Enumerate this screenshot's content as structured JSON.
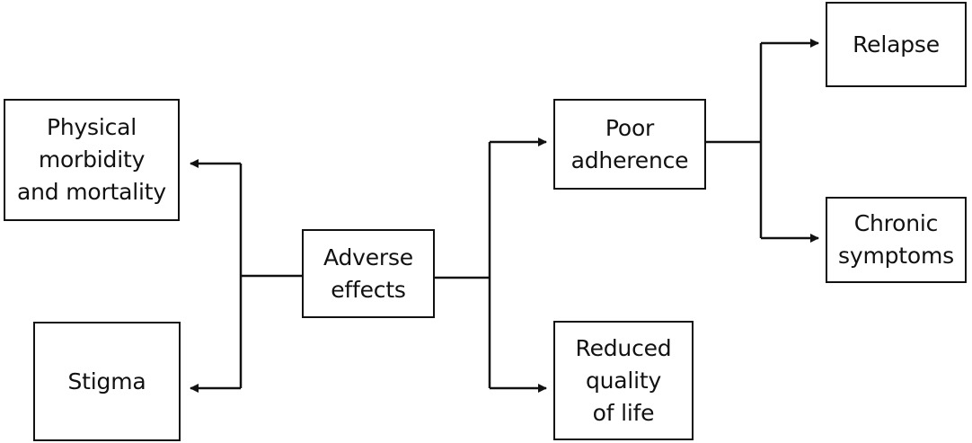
{
  "nodes": {
    "physical_morbidity": "Physical\nmorbidity\nand mortality",
    "stigma": "Stigma",
    "adverse_effects": "Adverse\neffects",
    "poor_adherence": "Poor\nadherence",
    "reduced_quality": "Reduced\nquality\nof life",
    "relapse": "Relapse",
    "chronic_symptoms": "Chronic\nsymptoms"
  },
  "edges": [
    {
      "from": "adverse_effects",
      "to": "physical_morbidity"
    },
    {
      "from": "adverse_effects",
      "to": "stigma"
    },
    {
      "from": "adverse_effects",
      "to": "poor_adherence"
    },
    {
      "from": "adverse_effects",
      "to": "reduced_quality"
    },
    {
      "from": "poor_adherence",
      "to": "relapse"
    },
    {
      "from": "poor_adherence",
      "to": "chronic_symptoms"
    }
  ],
  "colors": {
    "stroke": "#111111",
    "background": "#ffffff"
  }
}
